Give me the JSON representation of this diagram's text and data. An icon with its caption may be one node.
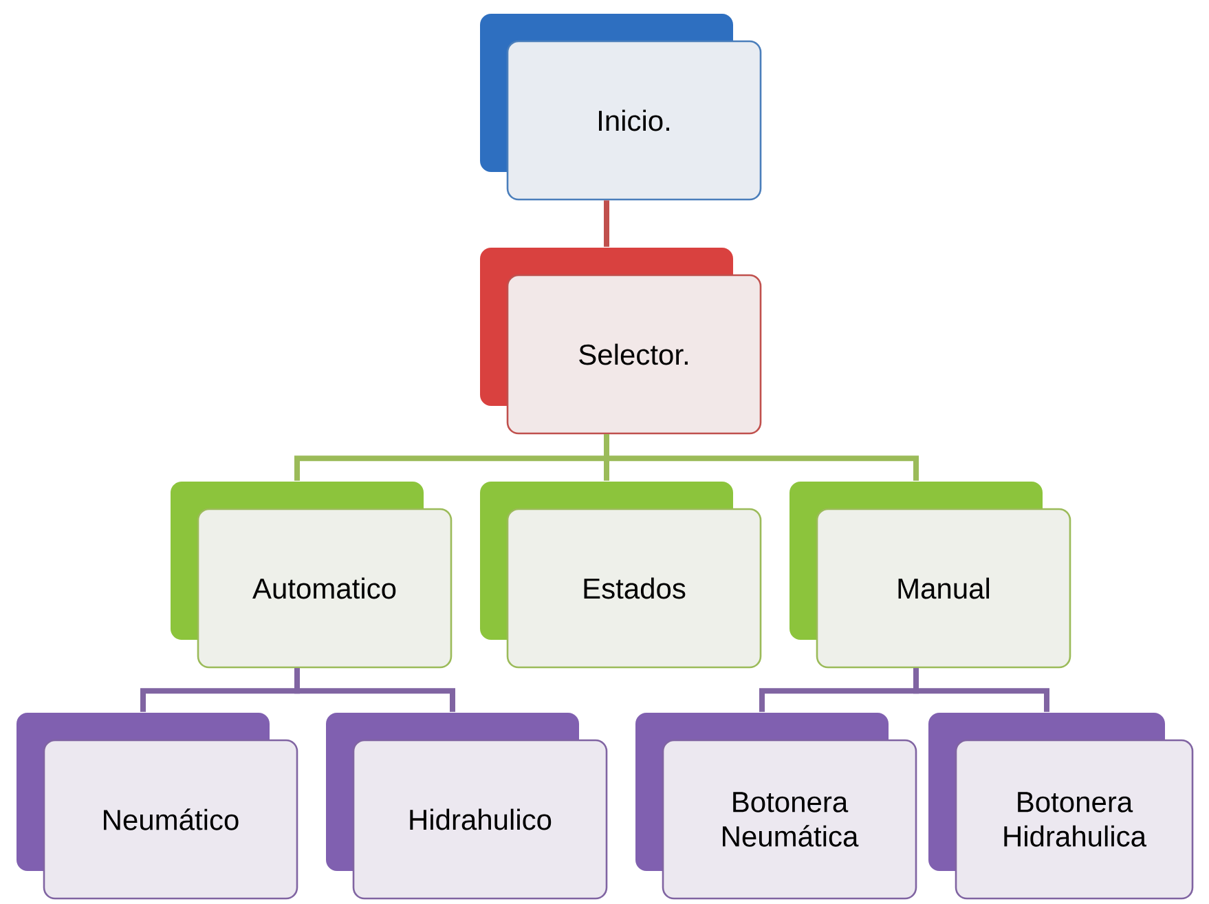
{
  "diagram": {
    "nodes": [
      {
        "text": [
          "Inicio."
        ]
      },
      {
        "text": [
          "Selector."
        ]
      },
      {
        "text": [
          "Automatico"
        ]
      },
      {
        "text": [
          "Estados"
        ]
      },
      {
        "text": [
          "Manual"
        ]
      },
      {
        "text": [
          "Neumático"
        ]
      },
      {
        "text": [
          "Hidrahulico"
        ]
      },
      {
        "text": [
          "Botonera Neumática"
        ]
      },
      {
        "text": [
          "Botonera Hidrahulica"
        ]
      }
    ],
    "edges": [
      {
        "from": 0,
        "to": 1,
        "arrow": "none",
        "color": "#c0504d"
      },
      {
        "from": 1,
        "to": 2,
        "arrow": "none",
        "color": "#9bbb59"
      },
      {
        "from": 1,
        "to": 3,
        "arrow": "none",
        "color": "#9bbb59"
      },
      {
        "from": 1,
        "to": 4,
        "arrow": "none",
        "color": "#9bbb59"
      },
      {
        "from": 2,
        "to": 5,
        "arrow": "none",
        "color": "#8064a2"
      },
      {
        "from": 2,
        "to": 6,
        "arrow": "none",
        "color": "#8064a2"
      },
      {
        "from": 4,
        "to": 7,
        "arrow": "none",
        "color": "#8064a2"
      },
      {
        "from": 4,
        "to": 8,
        "arrow": "none",
        "color": "#8064a2"
      }
    ]
  }
}
